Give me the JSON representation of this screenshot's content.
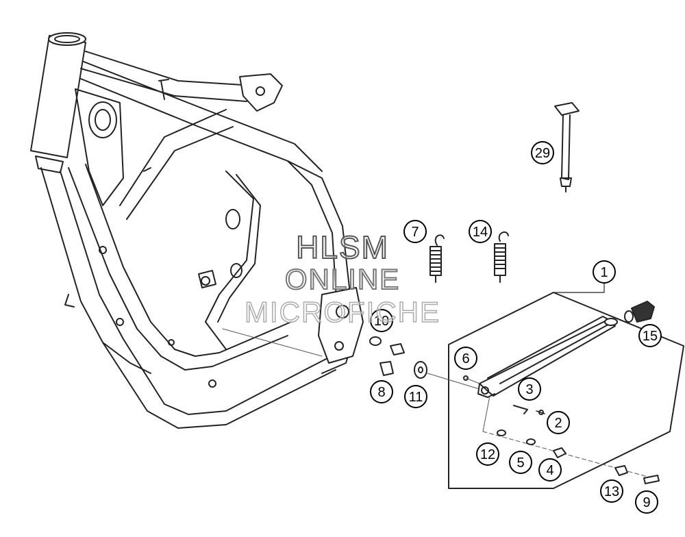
{
  "diagram": {
    "callouts": [
      {
        "id": "c1",
        "label": "1"
      },
      {
        "id": "c2",
        "label": "2"
      },
      {
        "id": "c3",
        "label": "3"
      },
      {
        "id": "c4",
        "label": "4"
      },
      {
        "id": "c5",
        "label": "5"
      },
      {
        "id": "c6",
        "label": "6"
      },
      {
        "id": "c7",
        "label": "7"
      },
      {
        "id": "c8",
        "label": "8"
      },
      {
        "id": "c9",
        "label": "9"
      },
      {
        "id": "c10",
        "label": "10"
      },
      {
        "id": "c11",
        "label": "11"
      },
      {
        "id": "c12",
        "label": "12"
      },
      {
        "id": "c13",
        "label": "13"
      },
      {
        "id": "c14",
        "label": "14"
      },
      {
        "id": "c15",
        "label": "15"
      },
      {
        "id": "c29",
        "label": "29"
      }
    ]
  },
  "watermark": {
    "line1": "HLSM",
    "line2": "ONLINE",
    "line3": "MICROFICHE"
  }
}
